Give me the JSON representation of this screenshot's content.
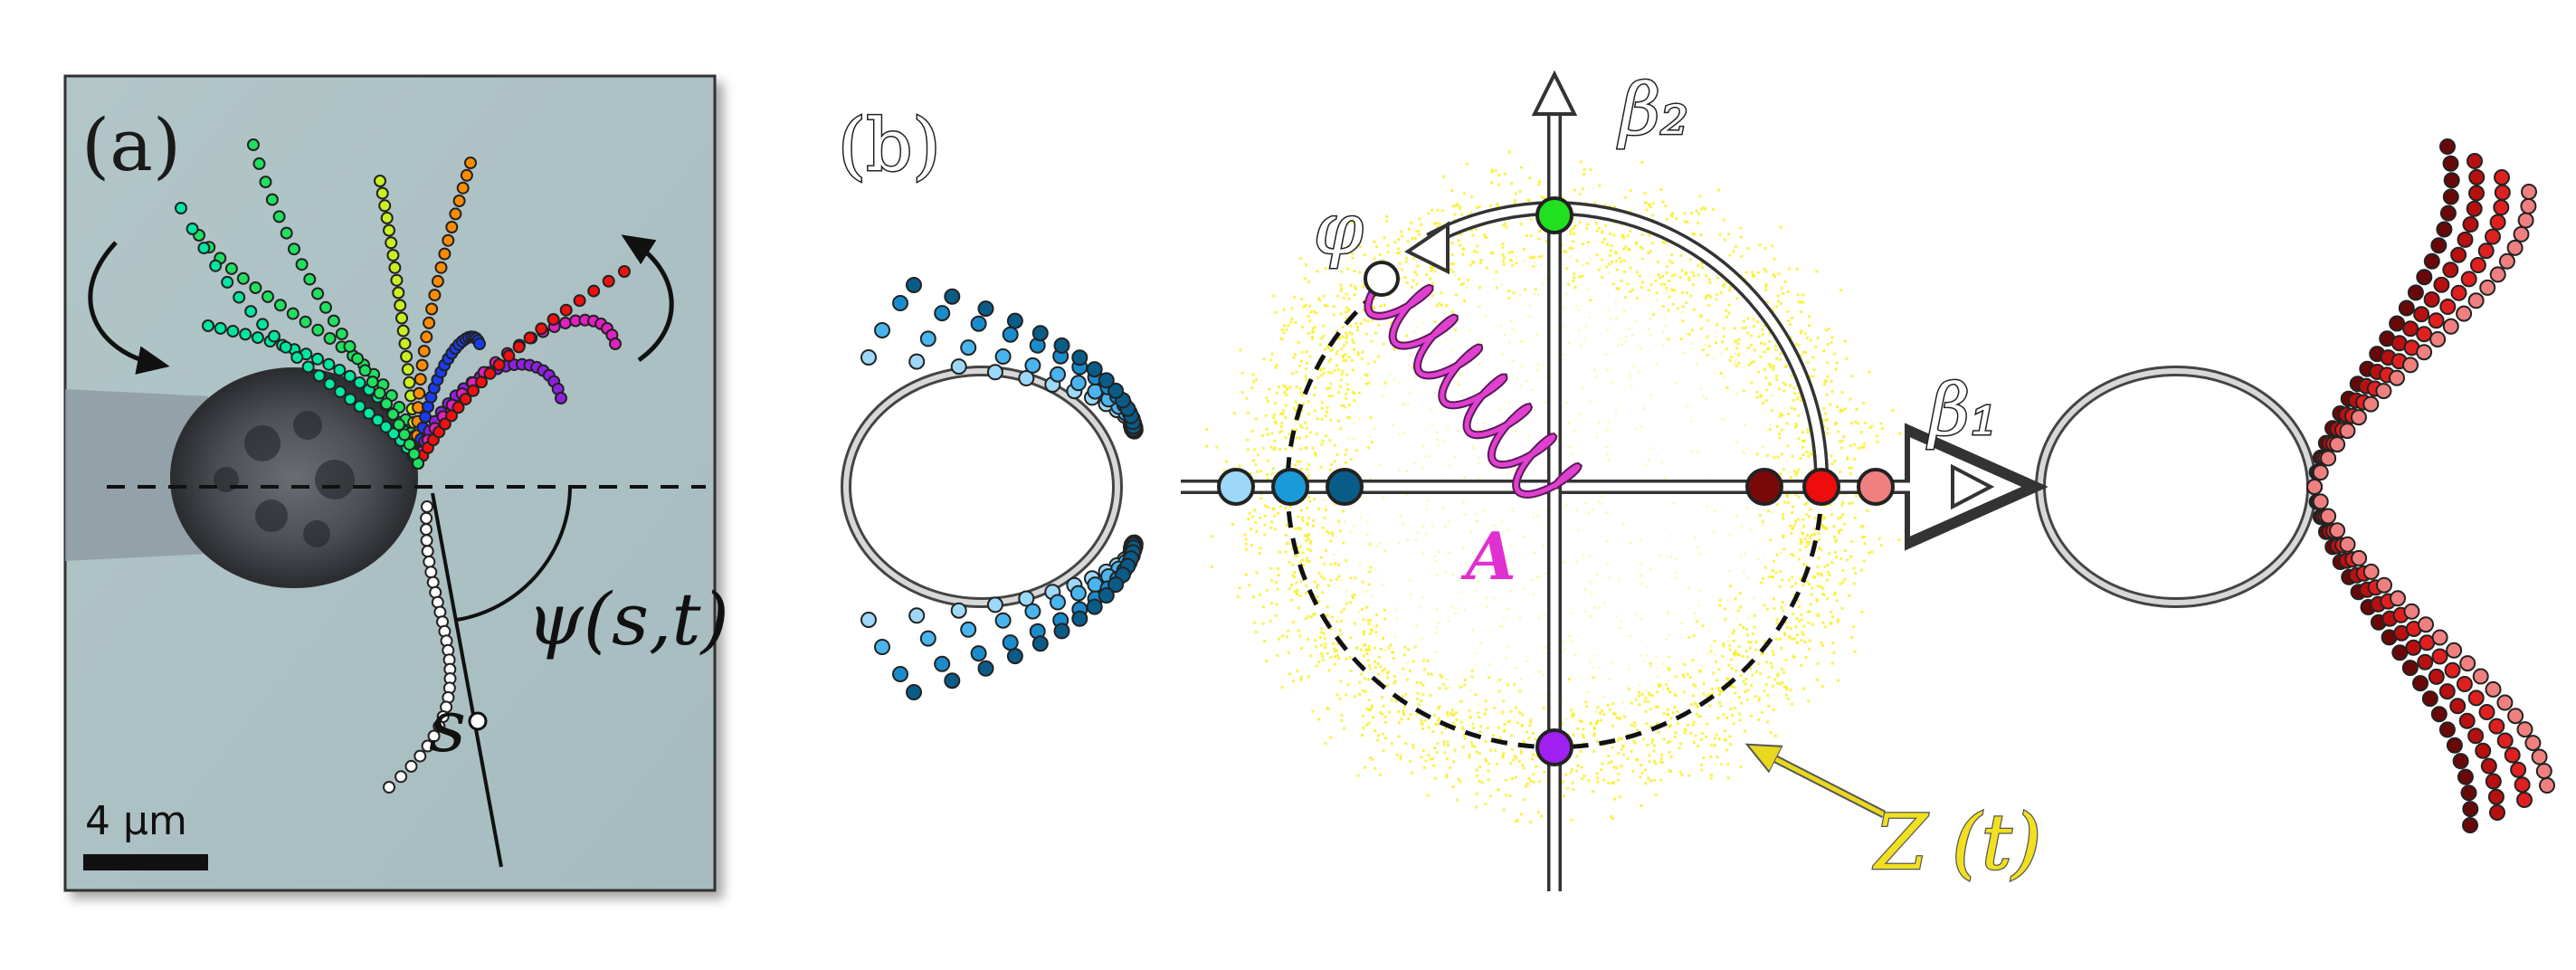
{
  "panel_a": {
    "label": "(a)",
    "angle_label": "ψ(s,t)",
    "arc_label": "s",
    "scale_bar_label": "4 µm",
    "waveform_colors": [
      "#00e8a0",
      "#20e060",
      "#c8f020",
      "#ff8c00",
      "#1a3cf0",
      "#9020e0",
      "#e020c0",
      "#f01010"
    ],
    "trace_color": "#ffffff"
  },
  "panel_b": {
    "label": "(b)",
    "axis_x_label": "β₁",
    "axis_y_label": "β₂",
    "phase_label": "φ",
    "amplitude_label": "A",
    "trajectory_label": "Z (t)",
    "colors": {
      "cloud": "#f7ef20",
      "spring": "#e040d0",
      "point_top": "#20e020",
      "point_bottom": "#a020f0",
      "point_phi": "#ffffff",
      "left_points": [
        "#9ed8f8",
        "#1a9ad8",
        "#0a5c88"
      ],
      "right_points": [
        "#7a0a0a",
        "#ee0c0c",
        "#f08080"
      ]
    }
  },
  "left_cell_beats": {
    "colors": [
      "#9ed8f8",
      "#4ab4ee",
      "#1a8ccc",
      "#0a5c88"
    ]
  },
  "right_cell_beats": {
    "colors": [
      "#6a0808",
      "#b81010",
      "#e02020",
      "#f08080"
    ]
  }
}
